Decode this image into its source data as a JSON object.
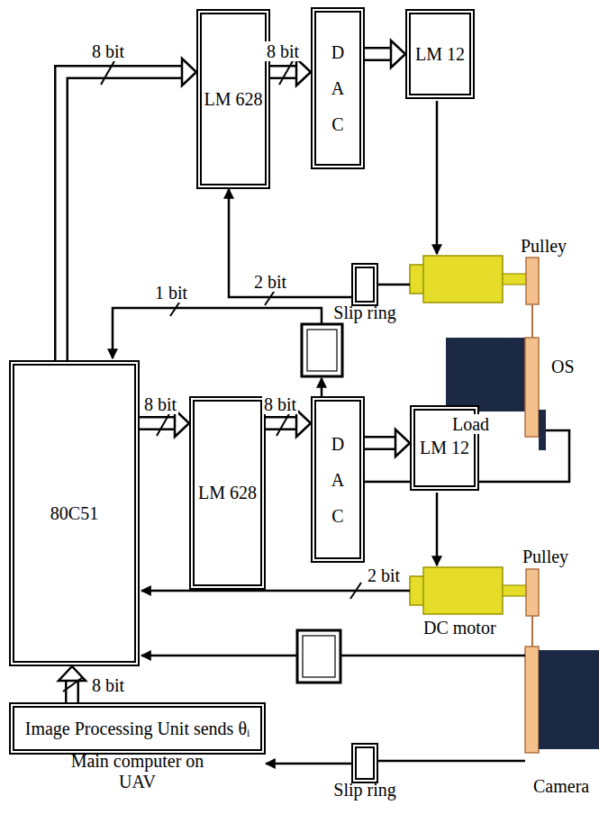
{
  "diagram": {
    "nodes": [
      {
        "text": [
          "LM 628"
        ]
      },
      {
        "text": [
          "D A C"
        ]
      },
      {
        "text": [
          "LM 12"
        ]
      },
      {
        "text": [
          "Slip ring"
        ]
      },
      {
        "text": [
          "80C51"
        ]
      },
      {
        "text": [
          "LM 628"
        ]
      },
      {
        "text": [
          "D A C"
        ]
      },
      {
        "text": [
          "LM 12"
        ]
      },
      {
        "text": [
          "Image Processing Unit sends θᵢ",
          "Main computer on UAV"
        ]
      },
      {
        "text": [
          "Slip ring"
        ]
      }
    ],
    "edges": [
      {
        "from": 4,
        "to": 0,
        "arrow": "to",
        "label": "8 bit"
      },
      {
        "from": 0,
        "to": 1,
        "arrow": "to",
        "label": "8 bit"
      },
      {
        "from": 1,
        "to": 2,
        "arrow": "to"
      },
      {
        "from": 3,
        "to": 0,
        "arrow": "to",
        "label": "2 bit"
      },
      {
        "from": 4,
        "to": 5,
        "arrow": "to",
        "label": "8 bit"
      },
      {
        "from": 5,
        "to": 6,
        "arrow": "to",
        "label": "8 bit"
      },
      {
        "from": 6,
        "to": 7,
        "arrow": "to"
      },
      {
        "from": 8,
        "to": 4,
        "arrow": "to",
        "label": "8 bit"
      },
      {
        "from": 9,
        "to": 8,
        "arrow": "to"
      }
    ],
    "labels": [
      "1 bit",
      "2 bit",
      "Pulley",
      "OS",
      "Load",
      "Pulley",
      "DC motor",
      "Camera"
    ]
  }
}
